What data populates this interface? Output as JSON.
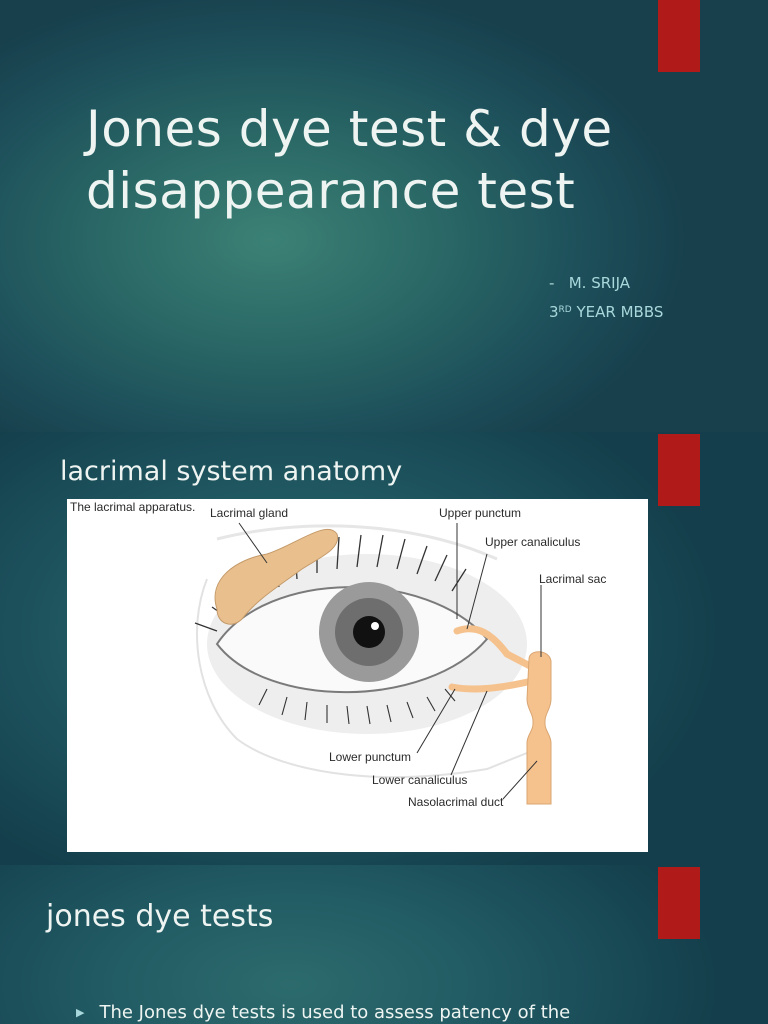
{
  "slide1": {
    "title_line1": "Jones dye test & dye",
    "title_line2": "disappearance test",
    "author_dash": "-",
    "author_name": "M. SRIJA",
    "author_year_num": "3",
    "author_year_sup": "RD",
    "author_year_rest": " YEAR MBBS"
  },
  "slide2": {
    "heading": "lacrimal system anatomy",
    "figure": {
      "caption": "The lacrimal apparatus.",
      "labels": {
        "lacrimal_gland": "Lacrimal gland",
        "upper_punctum": "Upper punctum",
        "upper_canaliculus": "Upper canaliculus",
        "lacrimal_sac": "Lacrimal sac",
        "lower_punctum": "Lower punctum",
        "lower_canaliculus": "Lower canaliculus",
        "nasolacrimal_duct": "Nasolacrimal duct"
      }
    }
  },
  "slide3": {
    "heading": "jones dye tests",
    "bullets": [
      "The Jones dye tests is used to assess patency of the"
    ]
  },
  "colors": {
    "accent": "#b01a18",
    "title_text": "#eef4f1",
    "author_text": "#a9d8dc",
    "duct": "#f5c28e"
  },
  "icons": {
    "bullet": "triangle-bullet-icon"
  }
}
